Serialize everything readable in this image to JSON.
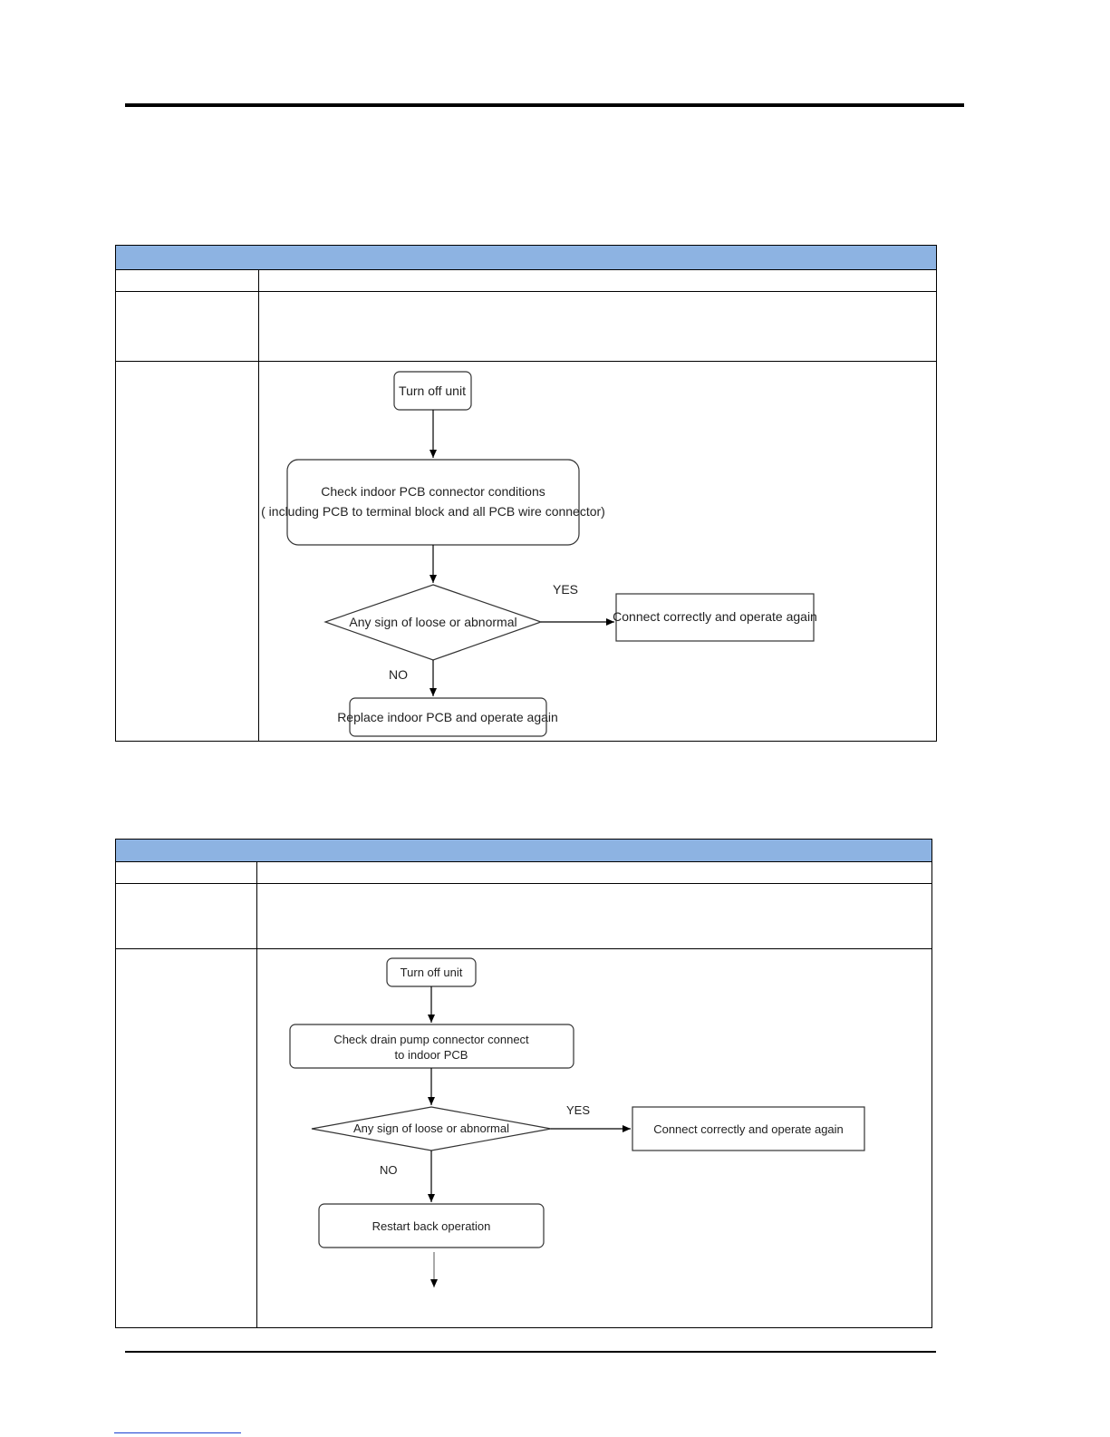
{
  "flow1": {
    "turn_off": "Turn off unit",
    "check_line1": "Check indoor PCB connector  conditions",
    "check_line2": "( including PCB to terminal block and all PCB wire connector)",
    "decision": "Any sign of loose or abnormal",
    "yes": "YES",
    "no": "NO",
    "connect": "Connect correctly and operate again",
    "replace": "Replace indoor PCB and operate again"
  },
  "flow2": {
    "turn_off": "Turn off unit",
    "check_line1": "Check drain pump connector connect",
    "check_line2": "to indoor PCB",
    "decision": "Any sign of loose or abnormal",
    "yes": "YES",
    "no": "NO",
    "connect": "Connect correctly and operate again",
    "restart": "Restart back operation"
  },
  "colors": {
    "header_fill": "#8db3e2",
    "footer_link": "#1a3fd1"
  }
}
